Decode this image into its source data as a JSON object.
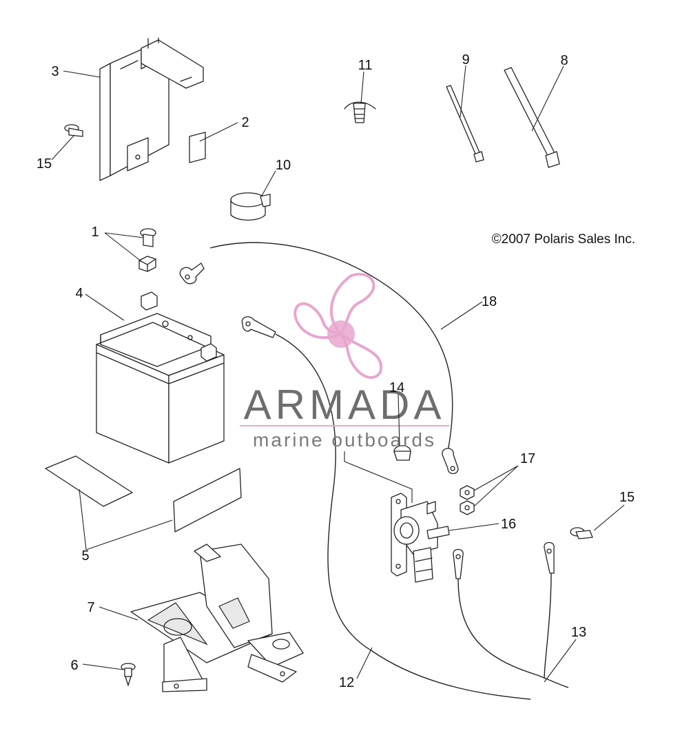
{
  "copyright": "©2007 Polaris Sales Inc.",
  "watermark": {
    "brand": "ARMADA",
    "tagline": "marine outboards",
    "color": "#e8a6cf"
  },
  "callouts": {
    "c1": "1",
    "c2": "2",
    "c3": "3",
    "c4": "4",
    "c5": "5",
    "c6": "6",
    "c7": "7",
    "c8": "8",
    "c9": "9",
    "c10": "10",
    "c11": "11",
    "c12": "12",
    "c13": "13",
    "c14": "14",
    "c15a": "15",
    "c15b": "15",
    "c16": "16",
    "c17": "17",
    "c18": "18"
  }
}
